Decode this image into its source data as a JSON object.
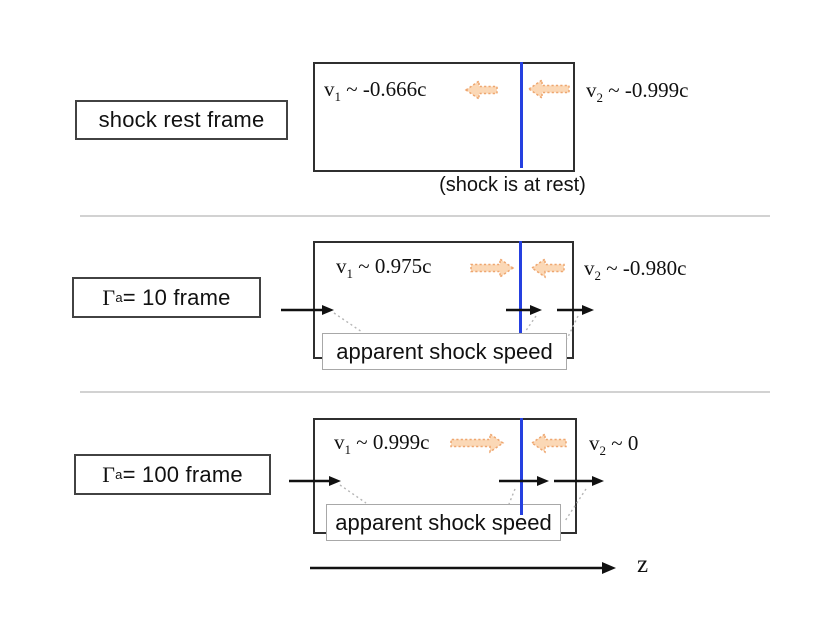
{
  "figure": {
    "axis_label": "z",
    "colors": {
      "shock_front_line": "#2540e0",
      "flow_arrow_stroke": "#eea66f",
      "flow_arrow_fill": "#fbd8b6",
      "box_border": "#2f2f2f",
      "separator": "#d2d2d2"
    }
  },
  "panels": [
    {
      "frame_label": {
        "text": "shock rest frame"
      },
      "v1": {
        "base": "v",
        "sub": "1",
        "rest": " ~ -0.666c"
      },
      "v2": {
        "base": "v",
        "sub": "2",
        "rest": " ~ -0.999c"
      },
      "caption": "(shock is at rest)",
      "flow_arrows": [
        "left",
        "left"
      ]
    },
    {
      "frame_label": {
        "base": "Γ",
        "sub": "a",
        "rest": " = 10 frame"
      },
      "v1": {
        "base": "v",
        "sub": "1",
        "rest": " ~ 0.975c"
      },
      "v2": {
        "base": "v",
        "sub": "2",
        "rest": " ~ -0.980c"
      },
      "callout": "apparent shock speed",
      "flow_arrows": [
        "right",
        "left"
      ]
    },
    {
      "frame_label": {
        "base": "Γ",
        "sub": "a",
        "rest": " = 100 frame"
      },
      "v1": {
        "base": "v",
        "sub": "1",
        "rest": " ~ 0.999c"
      },
      "v2": {
        "base": "v",
        "sub": "2",
        "rest": " ~ 0"
      },
      "callout": "apparent shock speed",
      "flow_arrows": [
        "right",
        "left"
      ]
    }
  ]
}
